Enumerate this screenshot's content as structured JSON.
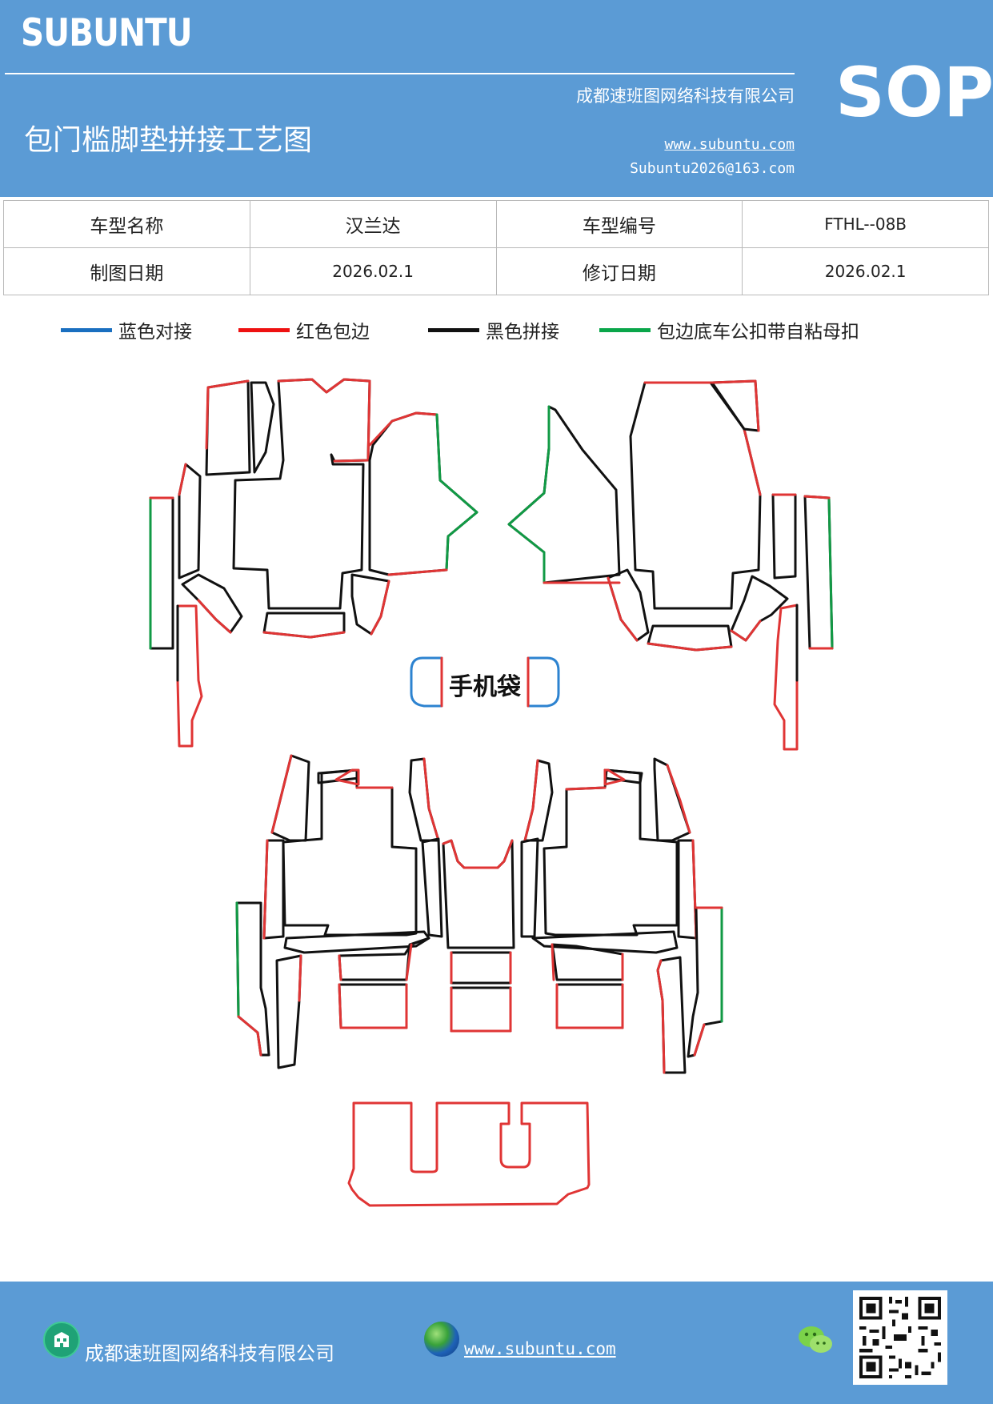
{
  "header": {
    "brand": "SUBUNTU",
    "company": "成都速班图网络科技有限公司",
    "title": "包门槛脚垫拼接工艺图",
    "website": "www.subuntu.com",
    "email": "Subuntu2026@163.com",
    "sop": "SOP"
  },
  "info_table": {
    "model_name_label": "车型名称",
    "model_name": "汉兰达",
    "model_code_label": "车型编号",
    "model_code": "FTHL--08B",
    "draw_date_label": "制图日期",
    "draw_date": "2026.02.1",
    "revise_date_label": "修订日期",
    "revise_date": "2026.02.1"
  },
  "legend": [
    {
      "label": "蓝色对接",
      "color": "#1a6fc0"
    },
    {
      "label": "红色包边",
      "color": "#ee1111"
    },
    {
      "label": "黑色拼接",
      "color": "#111111"
    },
    {
      "label": "包边底车公扣带自粘母扣",
      "color": "#0aa64a"
    }
  ],
  "diagram": {
    "phone_pocket_label": "手机袋"
  },
  "colors": {
    "header_bg": "#5b9bd5",
    "blue": "#2d83d0",
    "red": "#e03535",
    "black": "#111111",
    "green": "#119a45"
  },
  "footer": {
    "company": "成都速班图网络科技有限公司",
    "website": "www.subuntu.com",
    "icons": [
      "building-icon",
      "globe-icon",
      "wechat-icon",
      "qr-code"
    ]
  }
}
